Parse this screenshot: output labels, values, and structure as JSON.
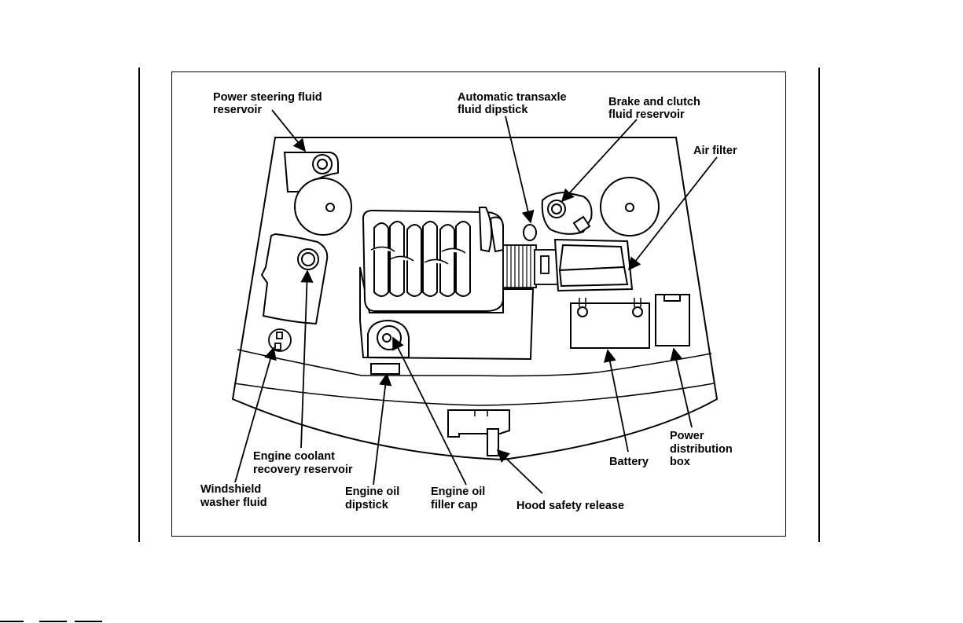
{
  "labels": {
    "power_steering": [
      "Power steering fluid",
      "reservoir"
    ],
    "transaxle": [
      "Automatic transaxle",
      "fluid dipstick"
    ],
    "brake_clutch": [
      "Brake and clutch",
      "fluid reservoir"
    ],
    "air_filter": [
      "Air filter"
    ],
    "engine_coolant": [
      "Engine coolant",
      "recovery reservoir"
    ],
    "windshield": [
      "Windshield",
      "washer fluid"
    ],
    "oil_dipstick": [
      "Engine oil",
      "dipstick"
    ],
    "oil_filler": [
      "Engine oil",
      "filler cap"
    ],
    "hood_release": [
      "Hood safety release"
    ],
    "battery": [
      "Battery"
    ],
    "power_distribution": [
      "Power",
      "distribution",
      "box"
    ]
  }
}
